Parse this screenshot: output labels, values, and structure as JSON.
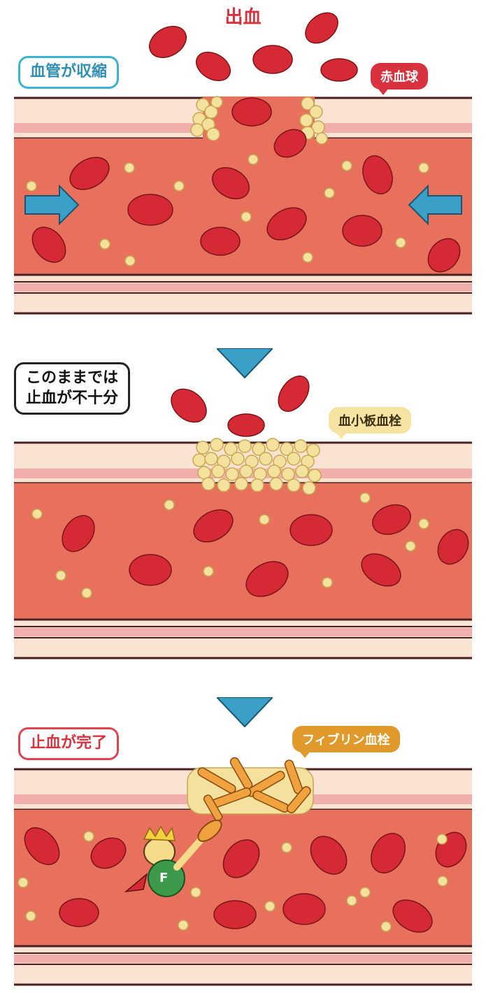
{
  "panel1": {
    "title": "出血",
    "state_label": "血管が収縮",
    "callout": "赤血球"
  },
  "panel2": {
    "state_label_line1": "このままでは",
    "state_label_line2": "止血が不十分",
    "callout": "血小板血栓"
  },
  "panel3": {
    "state_label": "止血が完了",
    "callout": "フィブリン血栓",
    "mascot_letter": "F"
  },
  "colors": {
    "blood": "#e8715d",
    "vessel_wall": "#fbe3d3",
    "wall_stripe": "#f2aeac",
    "red_cell": "#d52a35",
    "red_cell_center": "#a3141f",
    "platelet": "#f4e19d",
    "fibrin": "#f0a23e",
    "arrow_blue": "#3aa0c8"
  }
}
